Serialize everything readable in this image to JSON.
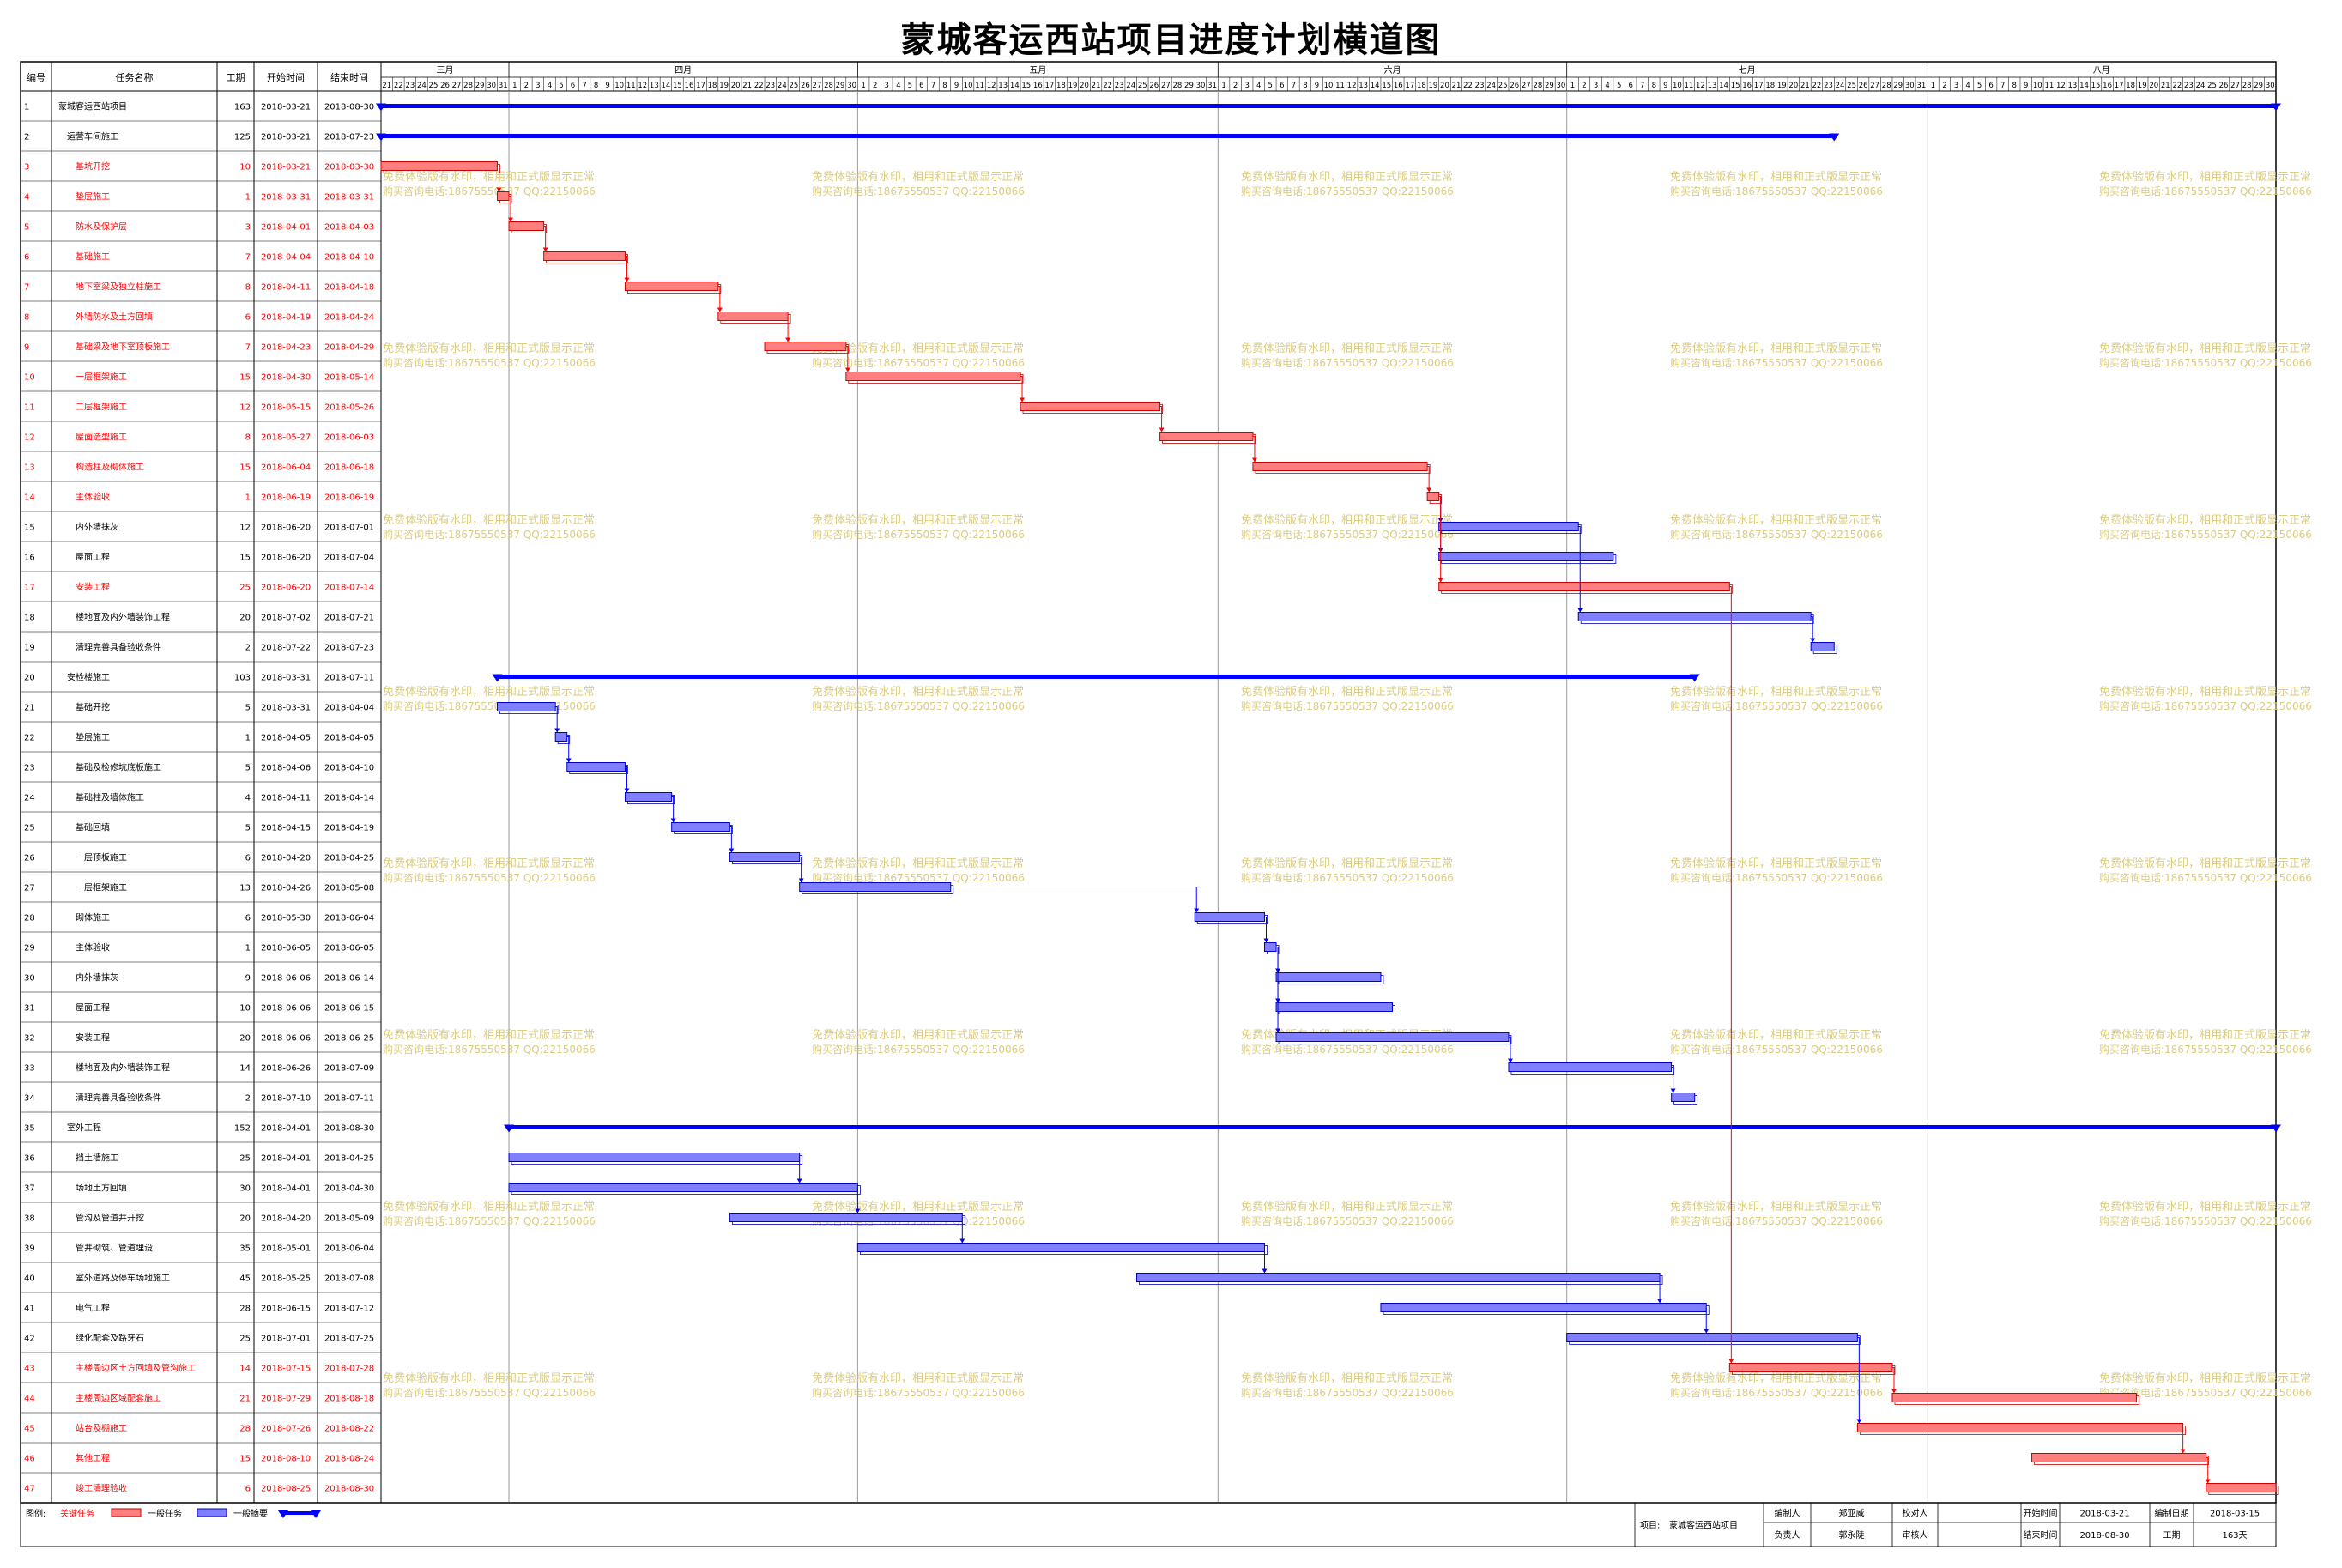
{
  "title": "蒙城客运西站项目进度计划横道图",
  "headers": {
    "id": "编号",
    "name": "任务名称",
    "duration": "工期",
    "start": "开始时间",
    "end": "结束时间"
  },
  "colors": {
    "critical": "#ff7f7f",
    "critical_border": "#cc0000",
    "critical_text": "#ff0000",
    "normal": "#7f7fff",
    "normal_border": "#0000cc",
    "summary": "#0000ff",
    "link_critical": "#ff0000",
    "link_normal": "#0000ff",
    "grid": "#000000",
    "watermark": "#d4c36a"
  },
  "watermark": {
    "line1": "免费体验版有水印，相用和正式版显示正常",
    "line2": "购买咨询电话:18675550537 QQ:22150066"
  },
  "timeline": {
    "months": [
      {
        "label": "三月",
        "year": 2018,
        "month": 3,
        "from": 21,
        "to": 31
      },
      {
        "label": "四月",
        "year": 2018,
        "month": 4,
        "from": 1,
        "to": 30
      },
      {
        "label": "五月",
        "year": 2018,
        "month": 5,
        "from": 1,
        "to": 31
      },
      {
        "label": "六月",
        "year": 2018,
        "month": 6,
        "from": 1,
        "to": 30
      },
      {
        "label": "七月",
        "year": 2018,
        "month": 7,
        "from": 1,
        "to": 31
      },
      {
        "label": "八月",
        "year": 2018,
        "month": 8,
        "from": 1,
        "to": 30
      }
    ]
  },
  "chart_data": {
    "type": "gantt",
    "title": "蒙城客运西站项目进度计划横道图",
    "tasks": [
      {
        "id": "1",
        "name": "蒙城客运西站项目",
        "duration": "163",
        "start": "2018-03-21",
        "end": "2018-08-30",
        "kind": "summary",
        "indent": 0
      },
      {
        "id": "2",
        "name": "运营车间施工",
        "duration": "125",
        "start": "2018-03-21",
        "end": "2018-07-23",
        "kind": "summary",
        "indent": 1
      },
      {
        "id": "3",
        "name": "基坑开挖",
        "duration": "10",
        "start": "2018-03-21",
        "end": "2018-03-30",
        "kind": "critical",
        "indent": 2
      },
      {
        "id": "4",
        "name": "垫层施工",
        "duration": "1",
        "start": "2018-03-31",
        "end": "2018-03-31",
        "kind": "critical",
        "indent": 2
      },
      {
        "id": "5",
        "name": "防水及保护层",
        "duration": "3",
        "start": "2018-04-01",
        "end": "2018-04-03",
        "kind": "critical",
        "indent": 2
      },
      {
        "id": "6",
        "name": "基础施工",
        "duration": "7",
        "start": "2018-04-04",
        "end": "2018-04-10",
        "kind": "critical",
        "indent": 2
      },
      {
        "id": "7",
        "name": "地下室梁及独立柱施工",
        "duration": "8",
        "start": "2018-04-11",
        "end": "2018-04-18",
        "kind": "critical",
        "indent": 2
      },
      {
        "id": "8",
        "name": "外墙防水及土方回填",
        "duration": "6",
        "start": "2018-04-19",
        "end": "2018-04-24",
        "kind": "critical",
        "indent": 2
      },
      {
        "id": "9",
        "name": "基础梁及地下室顶板施工",
        "duration": "7",
        "start": "2018-04-23",
        "end": "2018-04-29",
        "kind": "critical",
        "indent": 2
      },
      {
        "id": "10",
        "name": "一层框架施工",
        "duration": "15",
        "start": "2018-04-30",
        "end": "2018-05-14",
        "kind": "critical",
        "indent": 2
      },
      {
        "id": "11",
        "name": "二层框架施工",
        "duration": "12",
        "start": "2018-05-15",
        "end": "2018-05-26",
        "kind": "critical",
        "indent": 2
      },
      {
        "id": "12",
        "name": "屋面造型施工",
        "duration": "8",
        "start": "2018-05-27",
        "end": "2018-06-03",
        "kind": "critical",
        "indent": 2
      },
      {
        "id": "13",
        "name": "构造柱及砌体施工",
        "duration": "15",
        "start": "2018-06-04",
        "end": "2018-06-18",
        "kind": "critical",
        "indent": 2
      },
      {
        "id": "14",
        "name": "主体验收",
        "duration": "1",
        "start": "2018-06-19",
        "end": "2018-06-19",
        "kind": "critical",
        "indent": 2
      },
      {
        "id": "15",
        "name": "内外墙抹灰",
        "duration": "12",
        "start": "2018-06-20",
        "end": "2018-07-01",
        "kind": "normal",
        "indent": 2
      },
      {
        "id": "16",
        "name": "屋面工程",
        "duration": "15",
        "start": "2018-06-20",
        "end": "2018-07-04",
        "kind": "normal",
        "indent": 2
      },
      {
        "id": "17",
        "name": "安装工程",
        "duration": "25",
        "start": "2018-06-20",
        "end": "2018-07-14",
        "kind": "critical",
        "indent": 2
      },
      {
        "id": "18",
        "name": "楼地面及内外墙装饰工程",
        "duration": "20",
        "start": "2018-07-02",
        "end": "2018-07-21",
        "kind": "normal",
        "indent": 2
      },
      {
        "id": "19",
        "name": "清理完善具备验收条件",
        "duration": "2",
        "start": "2018-07-22",
        "end": "2018-07-23",
        "kind": "normal",
        "indent": 2
      },
      {
        "id": "20",
        "name": "安检楼施工",
        "duration": "103",
        "start": "2018-03-31",
        "end": "2018-07-11",
        "kind": "summary",
        "indent": 1
      },
      {
        "id": "21",
        "name": "基础开挖",
        "duration": "5",
        "start": "2018-03-31",
        "end": "2018-04-04",
        "kind": "normal",
        "indent": 2
      },
      {
        "id": "22",
        "name": "垫层施工",
        "duration": "1",
        "start": "2018-04-05",
        "end": "2018-04-05",
        "kind": "normal",
        "indent": 2
      },
      {
        "id": "23",
        "name": "基础及检修坑底板施工",
        "duration": "5",
        "start": "2018-04-06",
        "end": "2018-04-10",
        "kind": "normal",
        "indent": 2
      },
      {
        "id": "24",
        "name": "基础柱及墙体施工",
        "duration": "4",
        "start": "2018-04-11",
        "end": "2018-04-14",
        "kind": "normal",
        "indent": 2
      },
      {
        "id": "25",
        "name": "基础回填",
        "duration": "5",
        "start": "2018-04-15",
        "end": "2018-04-19",
        "kind": "normal",
        "indent": 2
      },
      {
        "id": "26",
        "name": "一层顶板施工",
        "duration": "6",
        "start": "2018-04-20",
        "end": "2018-04-25",
        "kind": "normal",
        "indent": 2
      },
      {
        "id": "27",
        "name": "一层框架施工",
        "duration": "13",
        "start": "2018-04-26",
        "end": "2018-05-08",
        "kind": "normal",
        "indent": 2
      },
      {
        "id": "28",
        "name": "砌体施工",
        "duration": "6",
        "start": "2018-05-30",
        "end": "2018-06-04",
        "kind": "normal",
        "indent": 2
      },
      {
        "id": "29",
        "name": "主体验收",
        "duration": "1",
        "start": "2018-06-05",
        "end": "2018-06-05",
        "kind": "normal",
        "indent": 2
      },
      {
        "id": "30",
        "name": "内外墙抹灰",
        "duration": "9",
        "start": "2018-06-06",
        "end": "2018-06-14",
        "kind": "normal",
        "indent": 2
      },
      {
        "id": "31",
        "name": "屋面工程",
        "duration": "10",
        "start": "2018-06-06",
        "end": "2018-06-15",
        "kind": "normal",
        "indent": 2
      },
      {
        "id": "32",
        "name": "安装工程",
        "duration": "20",
        "start": "2018-06-06",
        "end": "2018-06-25",
        "kind": "normal",
        "indent": 2
      },
      {
        "id": "33",
        "name": "楼地面及内外墙装饰工程",
        "duration": "14",
        "start": "2018-06-26",
        "end": "2018-07-09",
        "kind": "normal",
        "indent": 2
      },
      {
        "id": "34",
        "name": "清理完善具备验收条件",
        "duration": "2",
        "start": "2018-07-10",
        "end": "2018-07-11",
        "kind": "normal",
        "indent": 2
      },
      {
        "id": "35",
        "name": "室外工程",
        "duration": "152",
        "start": "2018-04-01",
        "end": "2018-08-30",
        "kind": "summary",
        "indent": 1
      },
      {
        "id": "36",
        "name": "挡土墙施工",
        "duration": "25",
        "start": "2018-04-01",
        "end": "2018-04-25",
        "kind": "normal",
        "indent": 2
      },
      {
        "id": "37",
        "name": "场地土方回填",
        "duration": "30",
        "start": "2018-04-01",
        "end": "2018-04-30",
        "kind": "normal",
        "indent": 2
      },
      {
        "id": "38",
        "name": "管沟及管道井开挖",
        "duration": "20",
        "start": "2018-04-20",
        "end": "2018-05-09",
        "kind": "normal",
        "indent": 2
      },
      {
        "id": "39",
        "name": "管井砌筑、管道埋设",
        "duration": "35",
        "start": "2018-05-01",
        "end": "2018-06-04",
        "kind": "normal",
        "indent": 2
      },
      {
        "id": "40",
        "name": "室外道路及停车场地施工",
        "duration": "45",
        "start": "2018-05-25",
        "end": "2018-07-08",
        "kind": "normal",
        "indent": 2
      },
      {
        "id": "41",
        "name": "电气工程",
        "duration": "28",
        "start": "2018-06-15",
        "end": "2018-07-12",
        "kind": "normal",
        "indent": 2
      },
      {
        "id": "42",
        "name": "绿化配套及路牙石",
        "duration": "25",
        "start": "2018-07-01",
        "end": "2018-07-25",
        "kind": "normal",
        "indent": 2
      },
      {
        "id": "43",
        "name": "主楼周边区土方回填及管沟施工",
        "duration": "14",
        "start": "2018-07-15",
        "end": "2018-07-28",
        "kind": "critical",
        "indent": 2
      },
      {
        "id": "44",
        "name": "主楼周边区域配套施工",
        "duration": "21",
        "start": "2018-07-29",
        "end": "2018-08-18",
        "kind": "critical",
        "indent": 2
      },
      {
        "id": "45",
        "name": "站台及棚施工",
        "duration": "28",
        "start": "2018-07-26",
        "end": "2018-08-22",
        "kind": "critical",
        "indent": 2
      },
      {
        "id": "46",
        "name": "其他工程",
        "duration": "15",
        "start": "2018-08-10",
        "end": "2018-08-24",
        "kind": "critical",
        "indent": 2
      },
      {
        "id": "47",
        "name": "竣工清理验收",
        "duration": "6",
        "start": "2018-08-25",
        "end": "2018-08-30",
        "kind": "critical",
        "indent": 2
      }
    ],
    "links": [
      [
        3,
        4
      ],
      [
        4,
        5
      ],
      [
        5,
        6
      ],
      [
        6,
        7
      ],
      [
        7,
        8
      ],
      [
        8,
        9
      ],
      [
        9,
        10
      ],
      [
        10,
        11
      ],
      [
        11,
        12
      ],
      [
        12,
        13
      ],
      [
        13,
        14
      ],
      [
        14,
        15
      ],
      [
        14,
        16
      ],
      [
        14,
        17
      ],
      [
        15,
        18
      ],
      [
        18,
        19
      ],
      [
        17,
        43
      ],
      [
        21,
        22
      ],
      [
        22,
        23
      ],
      [
        23,
        24
      ],
      [
        24,
        25
      ],
      [
        25,
        26
      ],
      [
        26,
        27
      ],
      [
        27,
        28
      ],
      [
        28,
        29
      ],
      [
        29,
        30
      ],
      [
        29,
        31
      ],
      [
        29,
        32
      ],
      [
        32,
        33
      ],
      [
        33,
        34
      ],
      [
        36,
        37
      ],
      [
        37,
        38
      ],
      [
        38,
        39
      ],
      [
        39,
        40
      ],
      [
        40,
        41
      ],
      [
        41,
        42
      ],
      [
        43,
        44
      ],
      [
        42,
        45
      ],
      [
        45,
        46
      ],
      [
        46,
        47
      ]
    ]
  },
  "legend": {
    "label": "图例:",
    "critical": "关键任务",
    "normal": "一般任务",
    "summary": "一般摘要"
  },
  "info": {
    "project_label": "项目:",
    "project": "蒙城客运西站项目",
    "editor_label": "编制人",
    "editor": "郑亚威",
    "checker_label": "校对人",
    "checker": "",
    "start_label": "开始时间",
    "start": "2018-03-21",
    "date_label": "编制日期",
    "date": "2018-03-15",
    "manager_label": "负责人",
    "manager": "郭永陡",
    "reviewer_label": "审核人",
    "reviewer": "",
    "end_label": "结束时间",
    "end": "2018-08-30",
    "duration_label": "工期",
    "duration": "163天"
  }
}
